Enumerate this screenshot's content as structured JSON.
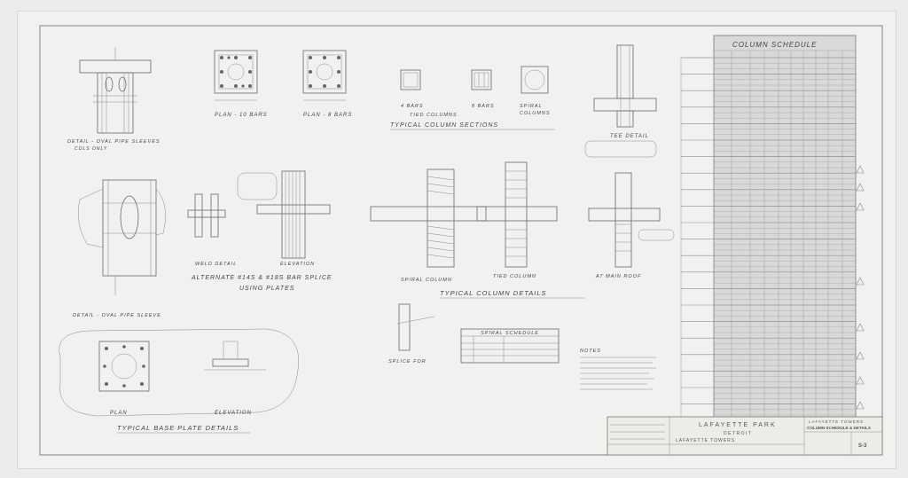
{
  "titles": {
    "oval_pipe_1": "DETAIL - OVAL PIPE SLEEVES",
    "oval_pipe_1_sub": "COLS ONLY",
    "plan_10": "PLAN - 10 BARS",
    "plan_8": "PLAN - 8 BARS",
    "col_bars_a": "4 BARS",
    "col_bars_b": "8 BARS",
    "col_bars_c": "SPIRAL",
    "tied_columns": "TIED COLUMNS",
    "spiral_columns": "COLUMNS",
    "typical_sections": "TYPICAL COLUMN SECTIONS",
    "tee_detail": "TEE DETAIL",
    "weld_detail": "WELD DETAIL",
    "elevation_1": "ELEVATION",
    "alternate_splice": "ALTERNATE #14S & #18S BAR SPLICE",
    "using_plates": "USING PLATES",
    "spiral_column": "SPIRAL COLUMN",
    "tied_column": "TIED COLUMN",
    "at_main_roof": "AT MAIN ROOF",
    "typical_details": "TYPICAL COLUMN DETAILS",
    "oval_pipe_2": "DETAIL - OVAL PIPE SLEEVE",
    "plan": "PLAN",
    "elevation_2": "ELEVATION",
    "base_plate": "TYPICAL BASE PLATE DETAILS",
    "splice": "SPLICE FOR",
    "spiral_schedule": "SPIRAL SCHEDULE",
    "notes": "NOTES",
    "column_schedule": "COLUMN SCHEDULE"
  },
  "title_block": {
    "project": "LAFAYETTE PARK",
    "location": "DETROIT",
    "building": "LAFAYETTE TOWERS",
    "sheet_title": "COLUMN SCHEDULE & DETAILS",
    "sheet_number": "S-3"
  },
  "colors": {
    "paper": "#f1f1f0",
    "line": "#6a6a6a",
    "schedule_fill": "#d9d9d7"
  }
}
